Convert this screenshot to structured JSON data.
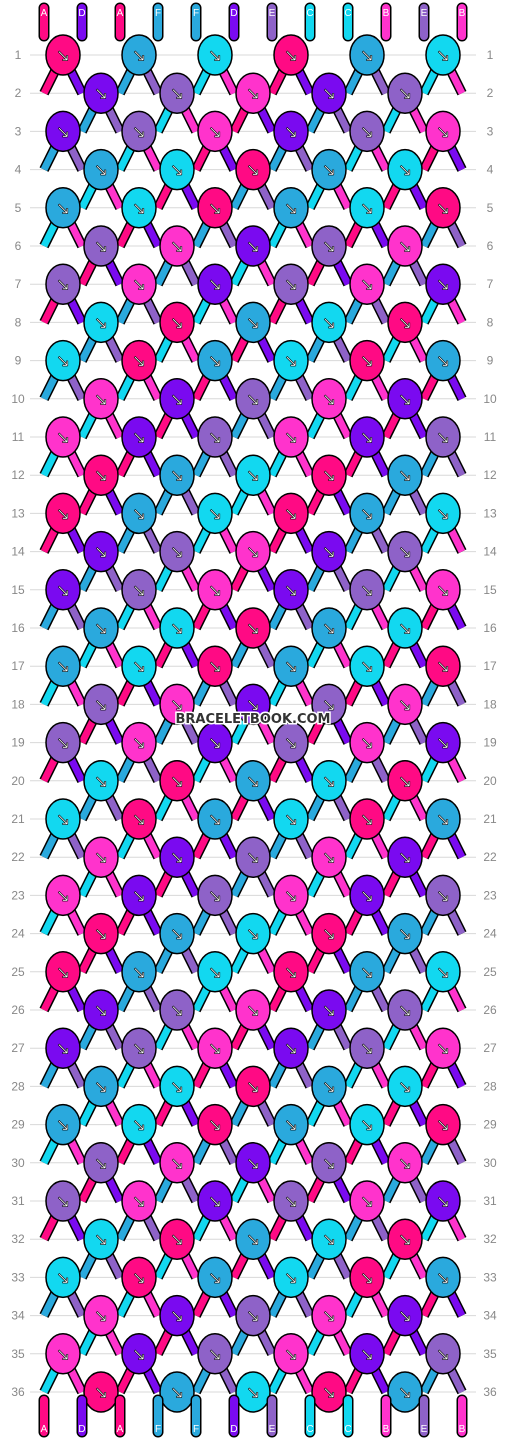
{
  "palette": {
    "A": "#ff0a84",
    "D": "#7a0af0",
    "F": "#2aa9dd",
    "E": "#8e62c8",
    "C": "#12d8f0",
    "B": "#ff33cc"
  },
  "strings": {
    "top": [
      "A",
      "D",
      "A",
      "F",
      "F",
      "D",
      "E",
      "C",
      "C",
      "B",
      "E",
      "B"
    ],
    "bottom": [
      "A",
      "D",
      "A",
      "F",
      "F",
      "D",
      "E",
      "C",
      "C",
      "B",
      "E",
      "B"
    ]
  },
  "rows": [
    "1",
    "2",
    "3",
    "4",
    "5",
    "6",
    "7",
    "8",
    "9",
    "10",
    "11",
    "12",
    "13",
    "14",
    "15",
    "16",
    "17",
    "18",
    "19",
    "20",
    "21",
    "22",
    "23",
    "24",
    "25",
    "26",
    "27",
    "28",
    "29",
    "30",
    "31",
    "32",
    "33",
    "34",
    "35",
    "36"
  ],
  "watermark": "BRACELETBOOK.COM",
  "knots": [
    [
      [
        {
          "c": "A",
          "d": "↘"
        },
        {
          "c": "F",
          "d": "↘"
        },
        {
          "c": "C",
          "d": "↙"
        },
        {
          "c": "B",
          "d": "↘"
        }
      ],
      [
        {
          "c": "A",
          "d": "↘"
        },
        {
          "c": "F",
          "d": "↘"
        },
        {
          "c": "C",
          "d": "↙"
        },
        {
          "c": "B",
          "d": "↘"
        }
      ]
    ],
    [
      [
        {
          "c": "A",
          "d": "↘"
        },
        {
          "c": "F",
          "d": "↘"
        },
        {
          "c": "C",
          "d": "↙"
        },
        {
          "c": "B",
          "d": "↘"
        }
      ],
      [
        {
          "c": "A",
          "d": "↘"
        },
        {
          "c": "F",
          "d": "↘"
        },
        {
          "c": "C",
          "d": "↙"
        },
        {
          "c": "B",
          "d": "↘"
        }
      ]
    ]
  ]
}
